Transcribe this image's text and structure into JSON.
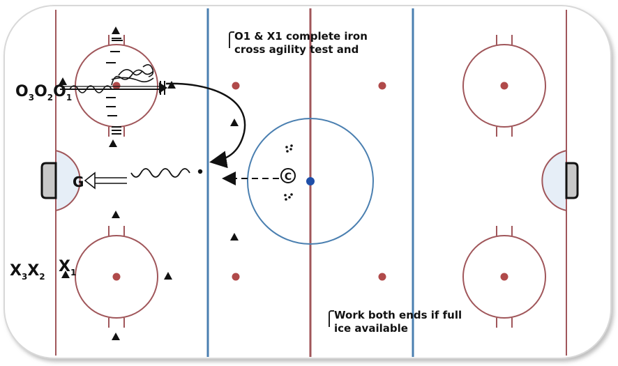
{
  "diagram": {
    "notes": [
      {
        "id": "note-top",
        "lines": [
          "O1 & X1 complete iron",
          "cross agility test and"
        ]
      },
      {
        "id": "note-bottom",
        "lines": [
          "Work both ends if full",
          "ice available"
        ]
      }
    ],
    "goalie_label": "G",
    "coach_label": "C",
    "o_players": [
      {
        "symbol": "O",
        "sub": "3"
      },
      {
        "symbol": "O",
        "sub": "2"
      },
      {
        "symbol": "O",
        "sub": "1"
      }
    ],
    "x_players": [
      {
        "symbol": "X",
        "sub": "3"
      },
      {
        "symbol": "X",
        "sub": "2"
      },
      {
        "symbol": "X",
        "sub": "1"
      }
    ],
    "colors": {
      "red_line": "#a0565a",
      "blue_line": "#4a7fb0",
      "faceoff_dot": "#b04a4a",
      "center_dot": "#1f4fa8",
      "crease_fill": "#e6eef7",
      "goal_fill": "#c8c8c8",
      "ink": "#111111"
    }
  }
}
